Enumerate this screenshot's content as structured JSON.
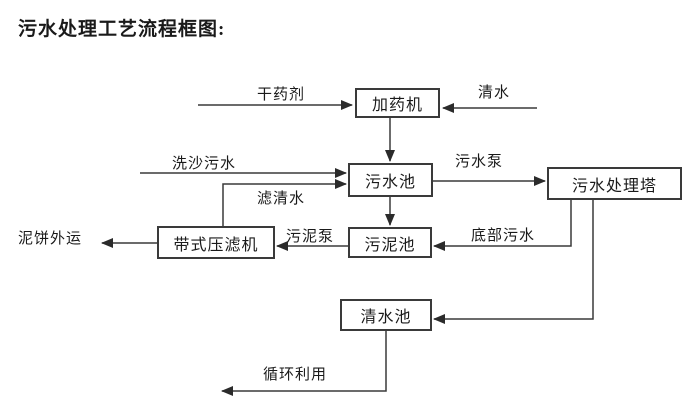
{
  "page_title": "污水处理工艺流程框图:",
  "colors": {
    "line": "#3a3a3a",
    "text": "#1a1a1a",
    "background": "#ffffff"
  },
  "boxes": {
    "dosing_machine": "加药机",
    "sewage_pool": "污水池",
    "treatment_tower": "污水处理塔",
    "belt_filter_press": "带式压滤机",
    "sludge_pool": "污泥池",
    "clean_water_pool": "清水池"
  },
  "flow_labels": {
    "dry_agent": "干药剂",
    "clean_water": "清水",
    "sand_washing_sewage": "洗沙污水",
    "sewage_pump": "污水泵",
    "filtered_water": "滤清水",
    "sludge_pump": "污泥泵",
    "bottom_sewage": "底部污水",
    "mud_cake_out": "泥饼外运",
    "recycling": "循环利用"
  }
}
